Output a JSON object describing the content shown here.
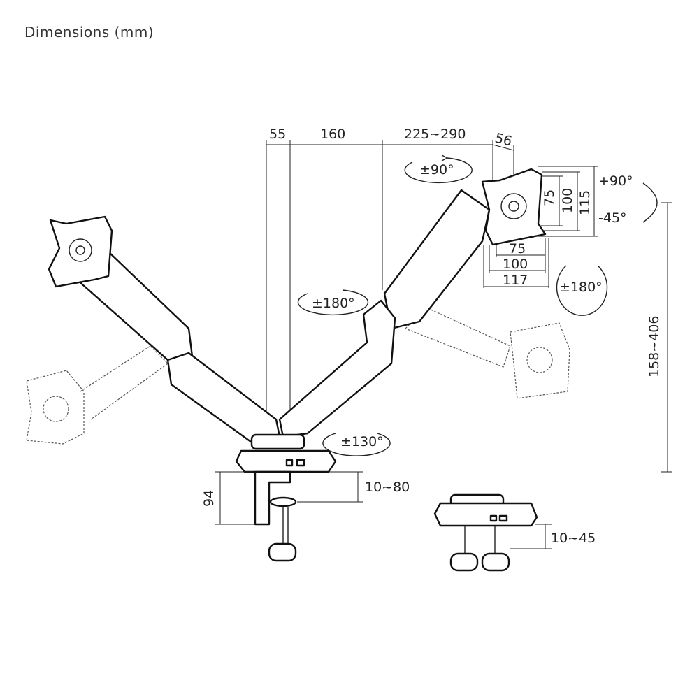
{
  "title": "Dimensions (mm)",
  "top_dims": {
    "a": "55",
    "b": "160",
    "c": "225~290",
    "d": "56"
  },
  "rotations": {
    "top_swivel": "±90°",
    "arm_swivel": "±180°",
    "plate_rotate": "±180°",
    "base_swivel": "±130°",
    "tilt_up": "+90°",
    "tilt_down": "-45°"
  },
  "vesa": {
    "v75": "75",
    "v100": "100",
    "v115": "115",
    "h75": "75",
    "h100": "100",
    "h117": "117"
  },
  "height_range": "158~406",
  "clamp": {
    "base_height": "94",
    "clamp_range": "10~80",
    "grommet_range": "10~45"
  }
}
